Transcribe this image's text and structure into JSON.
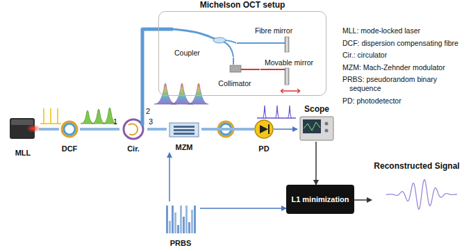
{
  "diagram": {
    "nodes": [
      {
        "text": [
          "Michelson OCT setup"
        ]
      },
      {
        "text": [
          "Coupler"
        ],
        "in": 0
      },
      {
        "text": [
          "Fibre mirror"
        ],
        "in": 0
      },
      {
        "text": [
          "Movable mirror"
        ],
        "in": 0
      },
      {
        "text": [
          "Collimator"
        ],
        "in": 0
      },
      {
        "text": [
          "MLL"
        ]
      },
      {
        "text": [
          "DCF"
        ]
      },
      {
        "text": [
          "Cir."
        ]
      },
      {
        "text": [
          "MZM"
        ]
      },
      {
        "text": [
          "PD"
        ]
      },
      {
        "text": [
          "Scope"
        ]
      },
      {
        "text": [
          "PRBS"
        ]
      },
      {
        "text": [
          "L1 minimization"
        ]
      },
      {
        "text": [
          "Reconstructed Signal"
        ]
      }
    ],
    "edges": [
      {
        "from": 5,
        "to": 6,
        "arrow": "none"
      },
      {
        "from": 6,
        "to": 7,
        "arrow": "none"
      },
      {
        "from": 7,
        "to": 1,
        "arrow": "none"
      },
      {
        "from": 7,
        "to": 8,
        "arrow": "none"
      },
      {
        "from": 8,
        "to": 9,
        "arrow": "none"
      },
      {
        "from": 9,
        "to": 10,
        "arrow": "to"
      },
      {
        "from": 10,
        "to": 12,
        "arrow": "to"
      },
      {
        "from": 11,
        "to": 8,
        "arrow": "to"
      },
      {
        "from": 11,
        "to": 12,
        "arrow": "to"
      },
      {
        "from": 12,
        "to": 13,
        "arrow": "to"
      },
      {
        "from": 1,
        "to": 2,
        "arrow": "none"
      },
      {
        "from": 1,
        "to": 4,
        "arrow": "none"
      },
      {
        "from": 4,
        "to": 3,
        "arrow": "none"
      }
    ],
    "labels": [
      "1",
      "2",
      "3",
      "MLL: mode-locked laser",
      "DCF: dispersion compensating fibre",
      "Cir.: circulator",
      "MZM: Mach-Zehnder modulator",
      "PRBS: pseudorandom binary sequence",
      "PD: photodetector"
    ]
  }
}
